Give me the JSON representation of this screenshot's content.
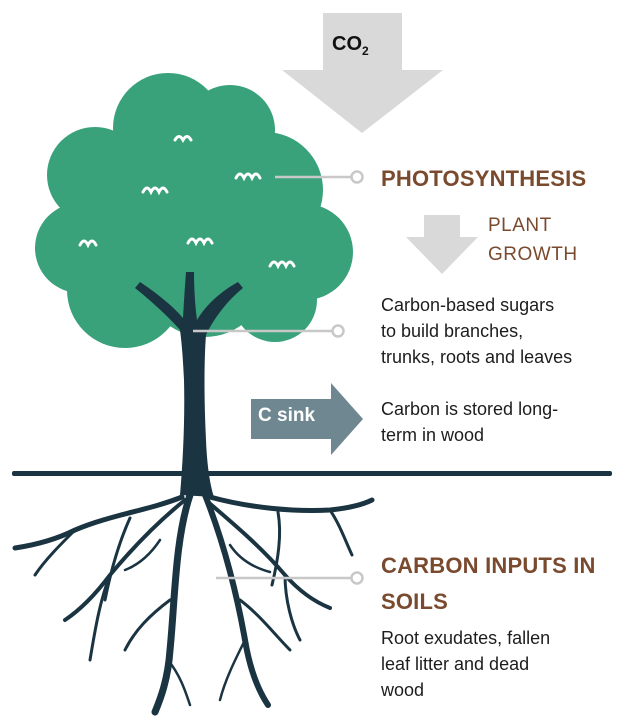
{
  "co2": {
    "main": "CO",
    "sub": "2"
  },
  "photosynthesis": "PHOTOSYNTHESIS",
  "plant_growth": {
    "line1": "PLANT",
    "line2": "GROWTH"
  },
  "sugars": {
    "line1": "Carbon-based sugars",
    "line2": "to build branches,",
    "line3": "trunks, roots and leaves"
  },
  "c_sink": "C sink",
  "stored": {
    "line1": "Carbon is stored long-",
    "line2": "term in wood"
  },
  "soil_inputs": {
    "line1": "CARBON INPUTS IN",
    "line2": "SOILS"
  },
  "soil_desc": {
    "line1": "Root exudates, fallen",
    "line2": "leaf litter and dead",
    "line3": "wood"
  },
  "colors": {
    "canopy": "#3aa27a",
    "trunk": "#1b3442",
    "arrow_grey": "#d9d9d9",
    "sink_arrow": "#6f8791",
    "heading_brown": "#7a4a2e",
    "connector": "#c8c8c8"
  }
}
